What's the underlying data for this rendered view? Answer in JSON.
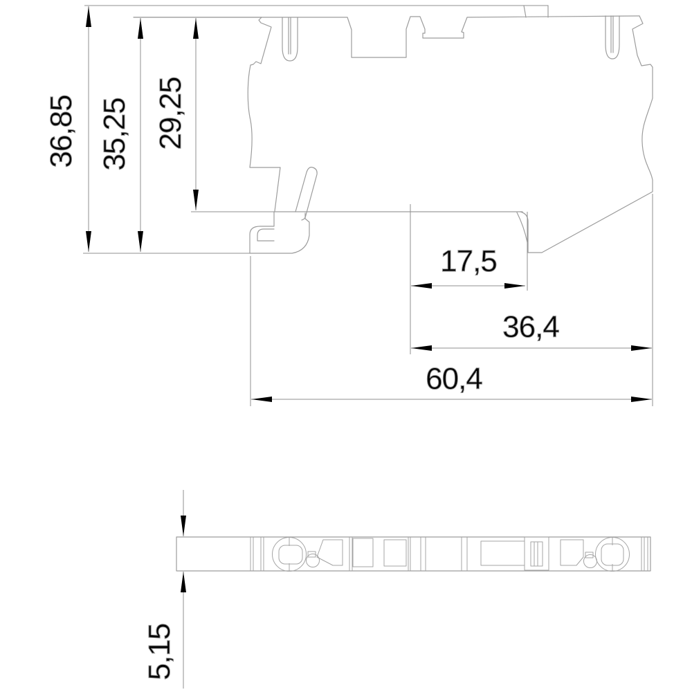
{
  "colors": {
    "background": "#ffffff",
    "outline": "#9c9c9c",
    "dimension_lines": "#8f8f8f",
    "arrows_and_text": "#000000"
  },
  "dimensions": {
    "total_height": {
      "label": "36,85"
    },
    "body_height": {
      "label": "35,25"
    },
    "upper_body_height": {
      "label": "29,25"
    },
    "notch_width": {
      "label": "17,5"
    },
    "upper_width": {
      "label": "36,4"
    },
    "total_width": {
      "label": "60,4"
    },
    "base_thickness": {
      "label": "5,15"
    }
  }
}
